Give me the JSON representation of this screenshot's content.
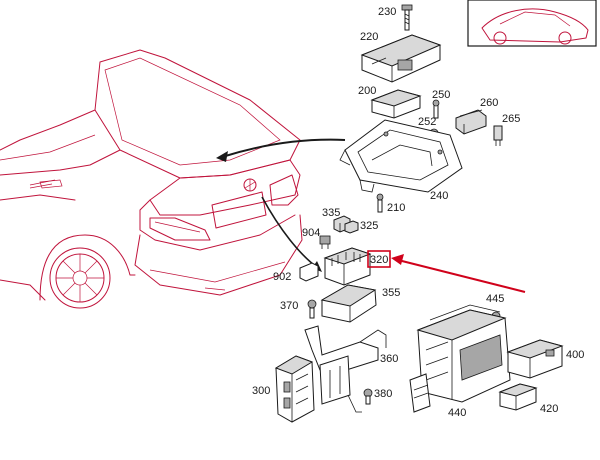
{
  "labels": {
    "p230": "230",
    "p220": "220",
    "p200": "200",
    "p250": "250",
    "p260": "260",
    "p252": "252",
    "p265": "265",
    "p240": "240",
    "p210": "210",
    "p335": "335",
    "p325": "325",
    "p904": "904",
    "p320": "320",
    "p902": "902",
    "p355": "355",
    "p370": "370",
    "p445": "445",
    "p360": "360",
    "p400": "400",
    "p300": "300",
    "p380": "380",
    "p440": "440",
    "p420": "420"
  },
  "highlight": {
    "part": "320",
    "color": "#d0021b"
  },
  "colors": {
    "vehicle_outline": "#c0143c",
    "parts": "#1a1a1a"
  }
}
